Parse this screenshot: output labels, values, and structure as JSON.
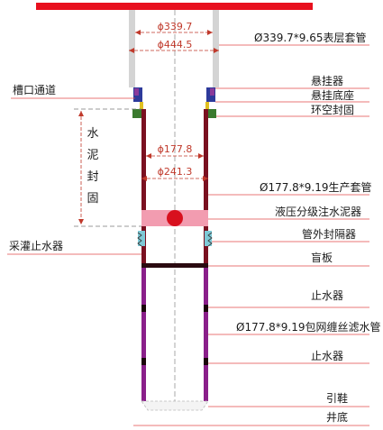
{
  "diagram": {
    "dimensions": {
      "outer_inner": "ϕ339.7",
      "outer_outer": "ϕ444.5",
      "prod_inner": "ϕ177.8",
      "prod_outer": "ϕ241.3"
    },
    "labels_right": {
      "surface_casing": "Ø339.7*9.65表层套管",
      "hanger": "悬挂器",
      "hanger_base": "悬挂底座",
      "annulus_seal": "环空封固",
      "production_casing": "Ø177.8*9.19生产套管",
      "hydraulic_cementer": "液压分级注水泥器",
      "external_packer": "管外封隔器",
      "blind_plate": "盲板",
      "water_stop_1": "止水器",
      "filter_pipe": "Ø177.8*9.19包网缠丝滤水管",
      "water_stop_2": "止水器",
      "guide_shoe": "引鞋",
      "well_bottom": "井底"
    },
    "labels_left": {
      "slot_channel": "槽口通道",
      "cement_seal": "水泥封固",
      "cement_seal_chars": [
        "水",
        "泥",
        "封",
        "固"
      ],
      "mining_water_stop": "采灌止水器"
    },
    "colors": {
      "top_red": "#e8101e",
      "casing_gray": "#d4d4d4",
      "hanger_blue": "#2d3a9b",
      "hanger_purple": "#8a3a9a",
      "seal_green": "#3a7a2e",
      "pipe_darkred": "#7a1020",
      "filter_purple": "#8a1f8a",
      "cementer_pink": "#f29cb0",
      "cementer_ball": "#d8101e",
      "packer_teal": "#7ec9d6",
      "dim_red": "#c0392b",
      "leader_red": "#e04a4a"
    }
  }
}
